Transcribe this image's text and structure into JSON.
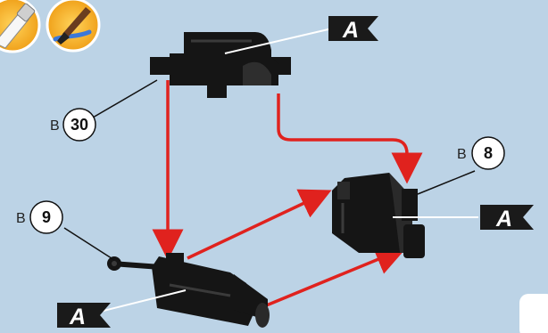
{
  "colors": {
    "background": "#bcd3e6",
    "part": "#151515",
    "part_highlight": "#3a3a3a",
    "arrow": "#e0221e",
    "flag": "#1a1a1a",
    "badge_bg": "#ffffff"
  },
  "tools": [
    {
      "icon": "glue-tube-icon"
    },
    {
      "icon": "paint-brush-icon"
    }
  ],
  "flags": {
    "top": "A",
    "right": "A",
    "bottom_left": "A"
  },
  "part_callouts": [
    {
      "prefix": "B",
      "number": "30"
    },
    {
      "prefix": "B",
      "number": "8"
    },
    {
      "prefix": "B",
      "number": "9"
    }
  ]
}
